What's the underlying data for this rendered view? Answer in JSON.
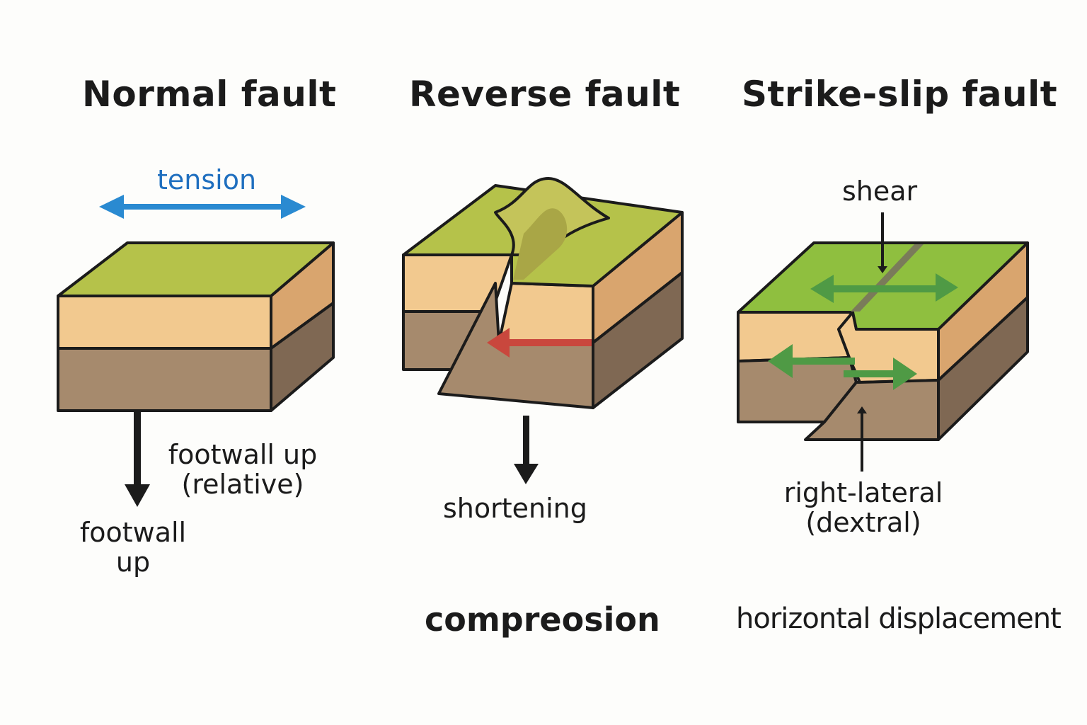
{
  "panels": {
    "normal": {
      "title": "Normal fault",
      "tension_label": "tension",
      "footwall_relative": [
        "footwall up",
        "(relative)"
      ],
      "footwall_up": [
        "footwall",
        "up"
      ]
    },
    "reverse": {
      "title": "Reverse fault",
      "shortening_label": "shortening",
      "compression_label": "compreosion"
    },
    "strike_slip": {
      "title": "Strike-slip fault",
      "shear_label": "shear",
      "right_lateral": [
        "right-lateral",
        "(dextral)"
      ],
      "horizontal_label": "horizontal displacement"
    }
  },
  "colors": {
    "surface_green": "#b5c24a",
    "surface_bright": "#8fbf3f",
    "sand_layer": "#f2c98f",
    "rock_layer": "#a68a6d",
    "tension_arrow": "#2a8ad1",
    "compression_arrow": "#c9473d",
    "shear_arrow": "#4f9a45"
  }
}
